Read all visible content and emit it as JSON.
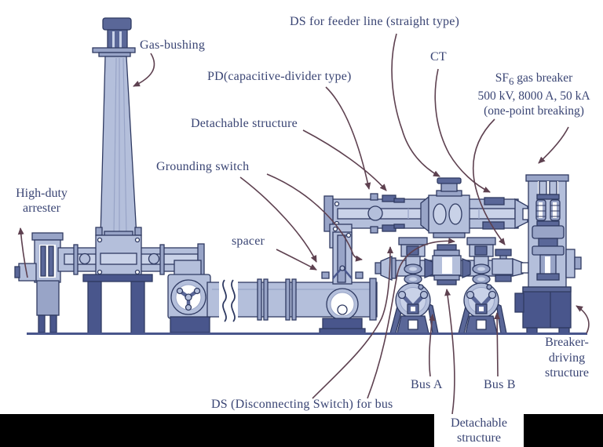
{
  "figure": {
    "background": "#ffffff",
    "text_color": "#3a4574",
    "leader_color": "#5e4150",
    "palette": {
      "light": "#b4bfdb",
      "mid": "#98a4c7",
      "dark": "#5a6798",
      "darker": "#49568c",
      "outline": "#2f3a62",
      "inner_highlight": "#c9d2e8",
      "crop_bar": "#000000"
    }
  },
  "labels": {
    "gas_bushing": "Gas-bushing",
    "ds_feeder": "DS for feeder line (straight type)",
    "ct": "CT",
    "pd": "PD(capacitive-divider type)",
    "detachable_upper": "Detachable structure",
    "grounding_switch": "Grounding switch",
    "sf6_line1_pre": "SF",
    "sf6_sub": "6",
    "sf6_line1_post": " gas breaker",
    "sf6_line2": "500 kV, 8000 A, 50 kA",
    "sf6_line3": "(one-point breaking)",
    "high_duty_line1": "High-duty",
    "high_duty_line2": "arrester",
    "spacer": "spacer",
    "breaker_driving_line1": "Breaker-",
    "breaker_driving_line2": "driving",
    "breaker_driving_line3": "structure",
    "bus_a": "Bus A",
    "bus_b": "Bus B",
    "ds_bus": "DS (Disconnecting Switch) for bus",
    "detachable_lower_line1": "Detachable",
    "detachable_lower_line2": "structure"
  }
}
